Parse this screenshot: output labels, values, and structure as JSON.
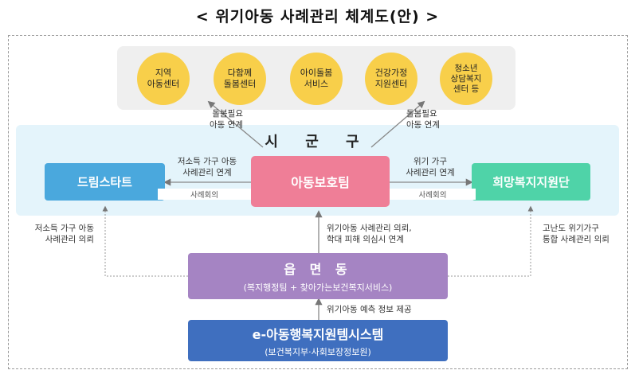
{
  "title": "< 위기아동 사례관리 체계도(안) >",
  "services": [
    "지역\n아동센터",
    "다함께\n돌봄센터",
    "아이돌봄\n서비스",
    "건강가정\n지원센터",
    "청소년\n상담복지\n센터 등"
  ],
  "care_link_left": "돌봄필요\n아동 연계",
  "care_link_right": "돌봄필요\n아동 연계",
  "sigungu": "시 군 구",
  "dream_start": "드림스타트",
  "child_protection": "아동보호팀",
  "hope_welfare": "희망복지지원단",
  "low_income_link": "저소득 가구 아동\n사례관리 연계",
  "crisis_household_link": "위기 가구\n사례관리 연계",
  "case_meeting_left": "사례회의",
  "case_meeting_right": "사례회의",
  "low_income_request": "저소득 가구 아동\n사례관리 의뢰",
  "difficulty_request": "고난도 위기가구\n통합 사례관리 의뢰",
  "crisis_child_request": "위기아동 사례관리 의뢰,\n학대 피해 의심시 연계",
  "eup_myeon_dong": "읍 면 동",
  "eup_sub": "(복지행정팀 + 찾아가는보건복지서비스)",
  "prediction_info": "위기아동 예측 정보 제공",
  "e_system": "e-아동행복지원템시스템",
  "e_system_sub": "(보건복지부·사회보장정보원)",
  "colors": {
    "service_circle": "#f8cf4a",
    "dream_start": "#4aa8dd",
    "child_protection": "#ef7e97",
    "hope_welfare": "#4fd3a8",
    "eup_myeon_dong": "#a584c3",
    "e_system": "#3f6fbf"
  }
}
